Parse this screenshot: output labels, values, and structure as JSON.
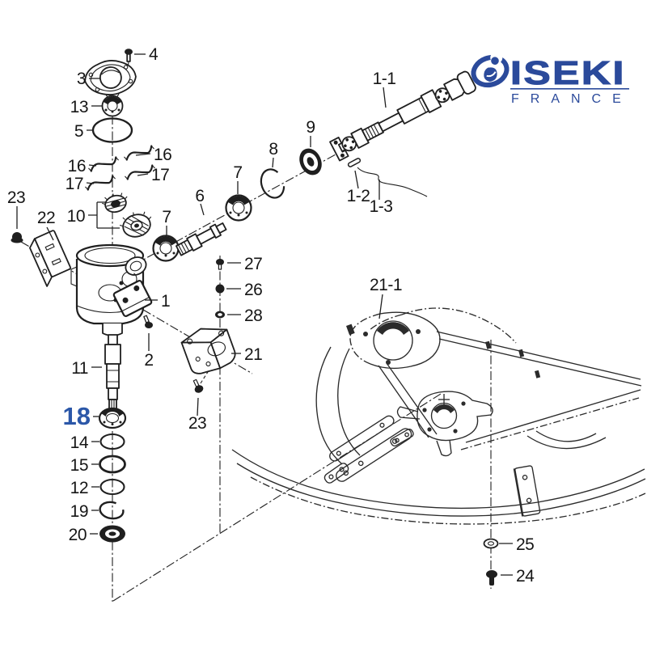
{
  "document": {
    "kind": "exploded-parts-diagram",
    "subject": "gearbox and mower deck assembly"
  },
  "logo": {
    "brand": "ISEKI",
    "region": "FRANCE"
  },
  "colors": {
    "background": "#ffffff",
    "line": "#1f1f1f",
    "logo_blue": "#2b4a9b",
    "highlight": "#2b57a8"
  },
  "highlighted_part": "18",
  "callouts": {
    "c4": "4",
    "c3": "3",
    "c13": "13",
    "c5": "5",
    "c16r": "16",
    "c17r": "17",
    "c16l": "16",
    "c17l": "17",
    "c10": "10",
    "c23_top": "23",
    "c22": "22",
    "c7_left": "7",
    "c6": "6",
    "c7_right": "7",
    "c8": "8",
    "c9": "9",
    "c1_1": "1-1",
    "c1_2": "1-2",
    "c1_3": "1-3",
    "c27": "27",
    "c26": "26",
    "c28": "28",
    "c21": "21",
    "c1": "1",
    "c2": "2",
    "c23_bottom": "23",
    "c11": "11",
    "c18": "18",
    "c14": "14",
    "c15": "15",
    "c12": "12",
    "c19": "19",
    "c20": "20",
    "c21_1": "21-1",
    "c25": "25",
    "c24": "24"
  }
}
